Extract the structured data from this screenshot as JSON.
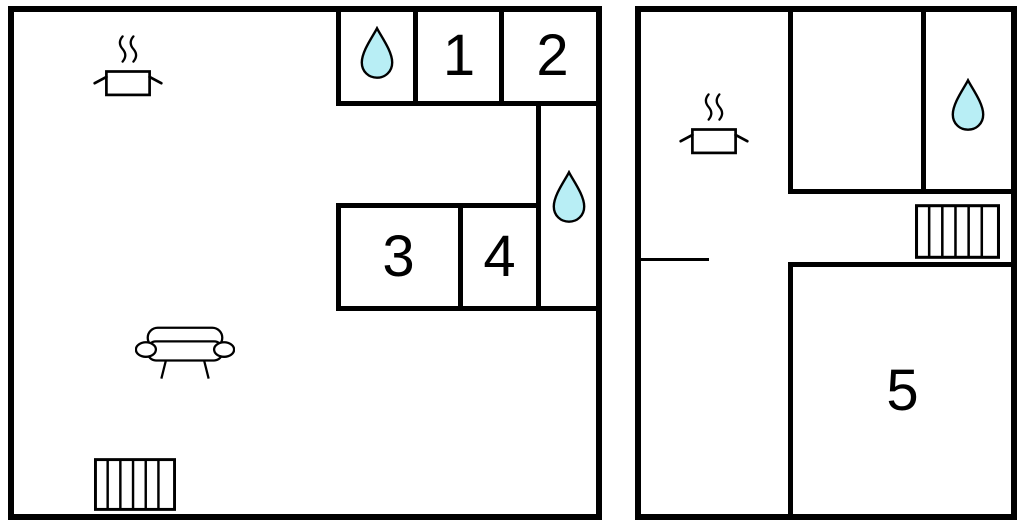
{
  "colors": {
    "wall": "#000000",
    "plan_background": "#ffffff",
    "drop_fill": "#b8eef5",
    "line": "#000000"
  },
  "floors": [
    {
      "name": "left-plan",
      "rooms": [
        {
          "label": "1"
        },
        {
          "label": "2"
        },
        {
          "label": "3"
        },
        {
          "label": "4"
        }
      ]
    },
    {
      "name": "right-plan",
      "rooms": [
        {
          "label": "5"
        }
      ]
    }
  ],
  "icons": {
    "pot": "cooking-pot-icon",
    "drop": "water-drop-icon",
    "sofa": "sofa-icon",
    "radiator": "radiator-icon"
  }
}
